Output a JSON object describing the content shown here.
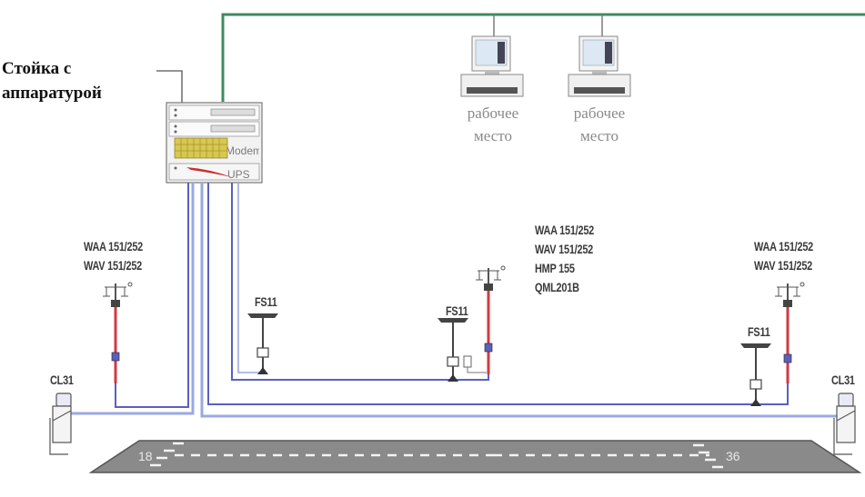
{
  "rack": {
    "label_line1": "Стойка с",
    "label_line2": "аппаратурой",
    "modems_text": "Modems",
    "ups_text": "UPS"
  },
  "workstations": [
    {
      "label_line1": "рабочее",
      "label_line2": "место"
    },
    {
      "label_line1": "рабочее",
      "label_line2": "место"
    }
  ],
  "sensors": {
    "left_station": [
      "WAA 151/252",
      "WAV 151/252"
    ],
    "middle_station": [
      "WAA 151/252",
      "WAV 151/252",
      "HMP 155",
      "QML201B"
    ],
    "right_station": [
      "WAA 151/252",
      "WAV 151/252"
    ],
    "fs11_labels": [
      "FS11",
      "FS11",
      "FS11"
    ],
    "ceilometer_labels": [
      "CL31",
      "CL31"
    ]
  },
  "runway": {
    "left_number": "18",
    "right_number": "36"
  },
  "colors": {
    "network_line": "#3f8a5c",
    "cable_blue": "#5a5fc0",
    "cable_light": "#9aa8e0",
    "mast_red": "#d03a40",
    "runway_gray": "#8a8a8a"
  }
}
